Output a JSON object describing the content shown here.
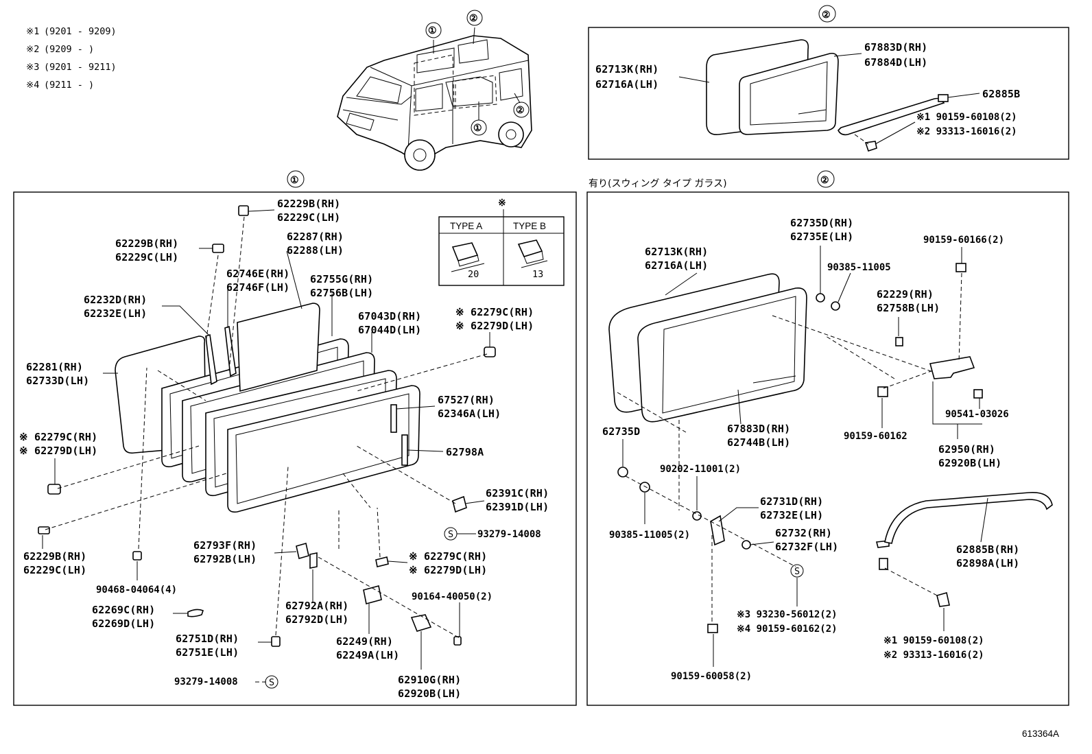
{
  "notes": [
    {
      "mark": "※1",
      "text": "(9201 - 9209)"
    },
    {
      "mark": "※2",
      "text": "(9209 -      )"
    },
    {
      "mark": "※3",
      "text": "(9201 - 9211)"
    },
    {
      "mark": "※4",
      "text": "(9211 -      )"
    }
  ],
  "markers": {
    "one": "①",
    "two": "②",
    "s": "S",
    "star": "※"
  },
  "type_table": {
    "a": "TYPE A",
    "b": "TYPE B",
    "a_dim": "20",
    "b_dim": "13"
  },
  "top_right": {
    "glass": [
      "62713K(RH)",
      "62716A(LH)"
    ],
    "weatherstrip": [
      "67883D(RH)",
      "67884D(LH)"
    ],
    "rod": "62885B",
    "screws": [
      "※1  90159-60108(2)",
      "※2  93313-16016(2)"
    ]
  },
  "right_panel": {
    "caption": "有り(スウィング タイプ ガラス)",
    "glass": [
      "62713K(RH)",
      "62716A(LH)"
    ],
    "nut_a": [
      "62735D(RH)",
      "62735E(LH)"
    ],
    "screw_a": "90159-60166(2)",
    "washer": "90385-11005",
    "cushion": [
      "62229(RH)",
      "62758B(LH)"
    ],
    "weatherstrip": [
      "67883D(RH)",
      "62744B(LH)"
    ],
    "nut_b": "62735D",
    "screw_b": "90541-03026",
    "screw_c": "90159-60162",
    "latch": [
      "62950(RH)",
      "62920B(LH)"
    ],
    "bolt": "90202-11001(2)",
    "hinge": [
      "62731D(RH)",
      "62732E(LH)"
    ],
    "washer2": "90385-11005(2)",
    "plate": [
      "62732(RH)",
      "62732F(LH)"
    ],
    "screws_s": [
      "※3  93230-56012(2)",
      "※4  90159-60162(2)"
    ],
    "rod": [
      "62885B(RH)",
      "62898A(LH)"
    ],
    "screws_rod": [
      "※1  90159-60108(2)",
      "※2  93313-16016(2)"
    ],
    "screw_bottom": "90159-60058(2)"
  },
  "left_panel": {
    "c1": [
      "62229B(RH)",
      "62229C(LH)"
    ],
    "c2": [
      "62229B(RH)",
      "62229C(LH)"
    ],
    "m1": [
      "62287(RH)",
      "62288(LH)"
    ],
    "m2": [
      "62746E(RH)",
      "62746F(LH)"
    ],
    "m3": [
      "62755G(RH)",
      "62756B(LH)"
    ],
    "m4": [
      "62232D(RH)",
      "62232E(LH)"
    ],
    "m5": [
      "67043D(RH)",
      "67044D(LH)"
    ],
    "s1": [
      "※ 62279C(RH)",
      "※ 62279D(LH)"
    ],
    "glass": [
      "62281(RH)",
      "62733D(LH)"
    ],
    "frame": [
      "67527(RH)",
      "62346A(LH)"
    ],
    "s2": [
      "※ 62279C(RH)",
      "※ 62279D(LH)"
    ],
    "seal": "62798A",
    "cap": [
      "62391C(RH)",
      "62391D(LH)"
    ],
    "screw_s": "93279-14008",
    "c3": [
      "62229B(RH)",
      "62229C(LH)"
    ],
    "bracket": [
      "62793F(RH)",
      "62792B(LH)"
    ],
    "s3": [
      "※ 62279C(RH)",
      "※ 62279D(LH)"
    ],
    "clip": "90468-04064(4)",
    "screw2": "90164-40050(2)",
    "pad": [
      "62269C(RH)",
      "62269D(LH)"
    ],
    "cover": [
      "62792A(RH)",
      "62792D(LH)"
    ],
    "pin": [
      "62751D(RH)",
      "62751E(LH)"
    ],
    "stopper": [
      "62249(RH)",
      "62249A(LH)"
    ],
    "screw_s2": "93279-14008",
    "lock": [
      "62910G(RH)",
      "62920B(LH)"
    ]
  },
  "figure_id": "613364A"
}
